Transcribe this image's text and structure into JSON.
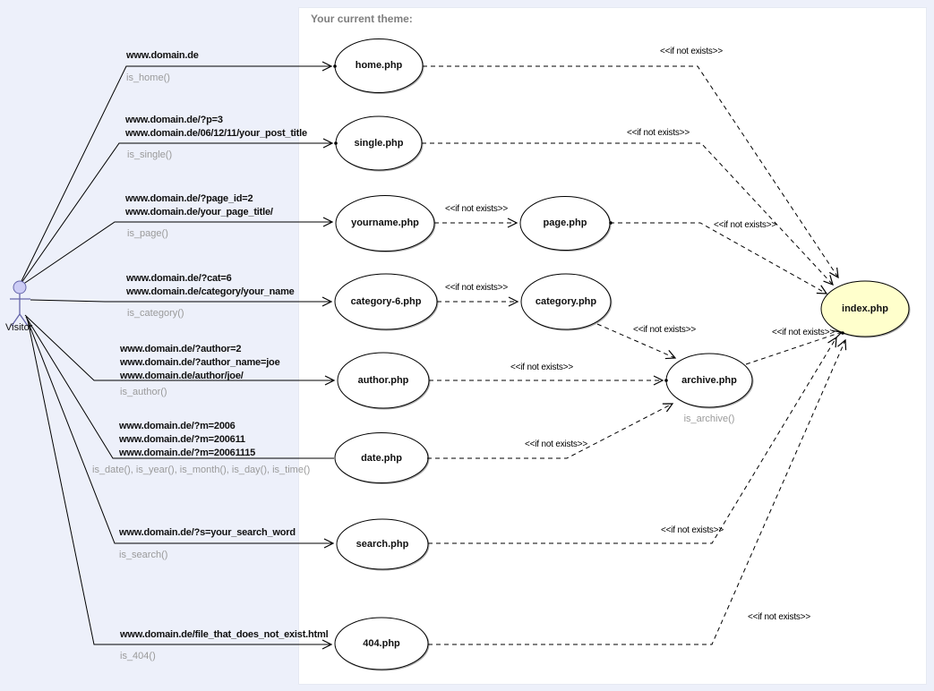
{
  "title": "Your current theme:",
  "actor_label": "Visitor",
  "stereotype_label": "<<if not exists>>",
  "colors": {
    "page_bg": "#edf0fa",
    "panel_bg": "#ffffff",
    "index_node_fill": "#ffffcc",
    "node_fill": "#ffffff",
    "node_stroke": "#000000",
    "muted_text": "#9a9a9a",
    "title_text": "#7f7f7f",
    "actor_head_fill": "#ccccf5",
    "actor_stroke": "#6666aa"
  },
  "nodes": {
    "home": "home.php",
    "single": "single.php",
    "yourname": "yourname.php",
    "page": "page.php",
    "category6": "category-6.php",
    "category": "category.php",
    "author": "author.php",
    "archive": "archive.php",
    "date": "date.php",
    "search": "search.php",
    "notfound": "404.php",
    "index": "index.php"
  },
  "archive_fn": "is_archive()",
  "rows": [
    {
      "urls": [
        "www.domain.de"
      ],
      "fn": "is_home()"
    },
    {
      "urls": [
        "www.domain.de/?p=3",
        "www.domain.de/06/12/11/your_post_title"
      ],
      "fn": "is_single()"
    },
    {
      "urls": [
        "www.domain.de/?page_id=2",
        "www.domain.de/your_page_title/"
      ],
      "fn": "is_page()"
    },
    {
      "urls": [
        "www.domain.de/?cat=6",
        "www.domain.de/category/your_name"
      ],
      "fn": "is_category()"
    },
    {
      "urls": [
        "www.domain.de/?author=2",
        "www.domain.de/?author_name=joe",
        "www.domain.de/author/joe/"
      ],
      "fn": "is_author()"
    },
    {
      "urls": [
        "www.domain.de/?m=2006",
        "www.domain.de/?m=200611",
        "www.domain.de/?m=20061115"
      ],
      "fn": "is_date(), is_year(), is_month(), is_day(), is_time()"
    },
    {
      "urls": [
        "www.domain.de/?s=your_search_word"
      ],
      "fn": "is_search()"
    },
    {
      "urls": [
        "www.domain.de/file_that_does_not_exist.html"
      ],
      "fn": "is_404()"
    }
  ]
}
